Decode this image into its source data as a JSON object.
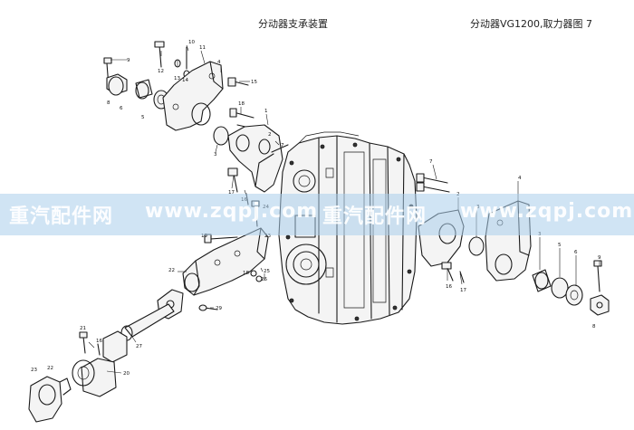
{
  "header": {
    "title_left": "分动器支承装置",
    "title_right": "分动器VG1200,取力器图 7"
  },
  "watermark": {
    "brand": "重汽配件网",
    "url": "www.zqpj.com",
    "band_color": "#aacdeb"
  },
  "callouts": {
    "c9": "9",
    "c12": "12",
    "c13": "13",
    "c10": "10",
    "c14": "14",
    "c11": "11",
    "c4": "4",
    "c8": "8",
    "c6": "6",
    "c5": "5",
    "c15": "15",
    "c18": "18",
    "c1": "1",
    "c3": "3",
    "c2": "2",
    "c7": "7",
    "c17": "17",
    "c16": "16",
    "c24": "24",
    "c19": "19",
    "c23": "23",
    "c22": "22",
    "c25": "25",
    "c26": "26",
    "c29": "29",
    "c21": "21",
    "c27": "27",
    "c20": "20",
    "r7": "7",
    "r4": "4",
    "r2": "2",
    "r3": "3",
    "r5": "5",
    "r6": "6",
    "r9": "9",
    "r8": "8",
    "r16": "16",
    "r17": "17",
    "rb3": "3",
    "l16": "16"
  }
}
